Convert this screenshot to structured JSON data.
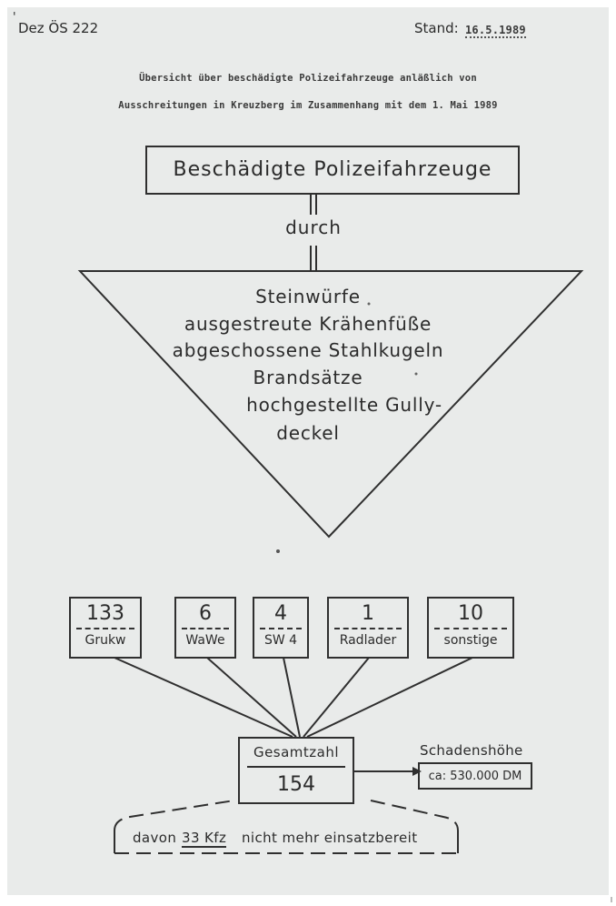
{
  "header": {
    "ref": "Dez ÖS 222",
    "stand_label": "Stand:",
    "stand_date": "16.5.1989"
  },
  "title": {
    "line1": "Übersicht über beschädigte Polizeifahrzeuge anläßlich von",
    "line2": "Ausschreitungen in Kreuzberg im Zusammenhang mit dem 1. Mai 1989"
  },
  "top_box": "Beschädigte Polizeifahrzeuge",
  "connector_label": "durch",
  "causes": [
    "Steinwürfe",
    "ausgestreute Krähenfüße",
    "abgeschossene Stahlkugeln",
    "Brandsätze",
    "hochgestellte Gully-",
    "deckel"
  ],
  "categories": [
    {
      "count": "133",
      "label": "Grukw"
    },
    {
      "count": "6",
      "label": "WaWe"
    },
    {
      "count": "4",
      "label": "SW 4"
    },
    {
      "count": "1",
      "label": "Radlader"
    },
    {
      "count": "10",
      "label": "sonstige"
    }
  ],
  "total": {
    "label": "Gesamtzahl",
    "value": "154"
  },
  "damage": {
    "label": "Schadenshöhe",
    "value": "ca: 530.000 DM"
  },
  "footer": {
    "prefix": "davon",
    "highlight": "33 Kfz",
    "suffix": "nicht mehr einsatzbereit"
  }
}
